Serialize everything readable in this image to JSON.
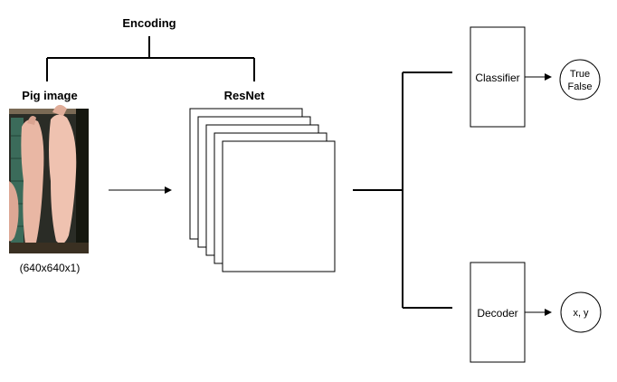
{
  "encoding": {
    "label": "Encoding"
  },
  "input": {
    "label": "Pig image",
    "size": "(640x640x1)"
  },
  "backbone": {
    "label": "ResNet",
    "layers": 5
  },
  "heads": {
    "classifier": {
      "label": "Classifier",
      "outputs": [
        "True",
        "False"
      ]
    },
    "decoder": {
      "label": "Decoder",
      "output": "x, y"
    }
  },
  "colors": {
    "pig": "#e9b7a4",
    "background_dark": "#2a2c26",
    "stall": "#3b6b5a"
  }
}
